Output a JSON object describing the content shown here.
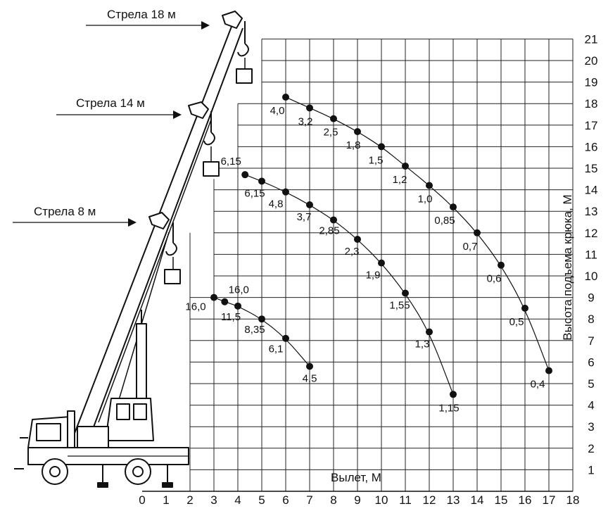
{
  "chart_data": {
    "type": "line",
    "xlabel": "Вылет, М",
    "ylabel": "Высота подъема крюка, М",
    "xlim": [
      0,
      18
    ],
    "ylim": [
      0,
      21
    ],
    "x_ticks": [
      0,
      1,
      2,
      3,
      4,
      5,
      6,
      7,
      8,
      9,
      10,
      11,
      12,
      13,
      14,
      15,
      16,
      17,
      18
    ],
    "y_ticks": [
      1,
      2,
      3,
      4,
      5,
      6,
      7,
      8,
      9,
      10,
      11,
      12,
      13,
      14,
      15,
      16,
      17,
      18,
      19,
      20,
      21
    ],
    "grid": true,
    "series": [
      {
        "name": "Стрела 8 м",
        "x": [
          3.0,
          3.45,
          4.0,
          5.0,
          6.0,
          7.0
        ],
        "y": [
          9.0,
          8.8,
          8.6,
          8.0,
          7.1,
          5.8
        ],
        "labels": [
          "16,0",
          "16,0",
          "11,5",
          "8,35",
          "6,1",
          "4,5"
        ]
      },
      {
        "name": "Стрела 14 м",
        "x": [
          4.3,
          5.0,
          6.0,
          7.0,
          8.0,
          9.0,
          10.0,
          11.0,
          12.0,
          13.0
        ],
        "y": [
          14.7,
          14.4,
          13.9,
          13.3,
          12.6,
          11.7,
          10.6,
          9.2,
          7.4,
          4.5
        ],
        "labels": [
          "6,15",
          "6,15",
          "4,8",
          "3,7",
          "2,85",
          "2,3",
          "1,9",
          "1,55",
          "1,3",
          "1,15"
        ]
      },
      {
        "name": "Стрела 18 м",
        "x": [
          6.0,
          7.0,
          8.0,
          9.0,
          10.0,
          11.0,
          12.0,
          13.0,
          14.0,
          15.0,
          16.0,
          17.0
        ],
        "y": [
          18.3,
          17.8,
          17.3,
          16.7,
          16.0,
          15.1,
          14.2,
          13.2,
          12.0,
          10.5,
          8.5,
          5.6
        ],
        "labels": [
          "4,0",
          "3,2",
          "2,5",
          "1,8",
          "1,5",
          "1,2",
          "1,0",
          "0,85",
          "0,7",
          "0,6",
          "0,5",
          "0,4"
        ]
      }
    ]
  },
  "icons": [
    "crane-truck-icon"
  ]
}
